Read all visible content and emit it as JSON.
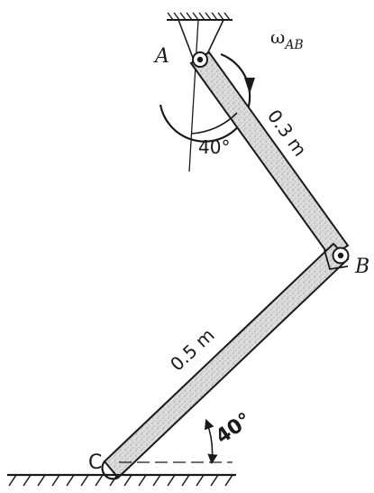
{
  "labels": {
    "point_a": "A",
    "point_b": "B",
    "point_c": "C",
    "omega_symbol": "ω",
    "omega_subscript": "AB",
    "length_ab": "0.3 m",
    "length_bc": "0.5 m",
    "angle_a": "40°",
    "angle_c": "40°"
  },
  "colors": {
    "ink": "#1a1a1a",
    "link_fill": "#d9d9d9",
    "background": "#ffffff"
  }
}
